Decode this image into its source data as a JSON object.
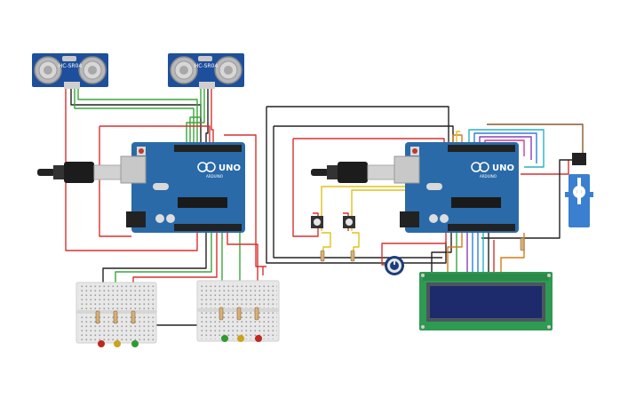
{
  "sensor_label": "HC-SR04",
  "board_label": "UNO",
  "board_brand": "ARDUINO",
  "colors": {
    "background": "#ffffff",
    "board": "#2a6aa8",
    "board_dark": "#1f4f80",
    "sensor_board": "#1e4f9c",
    "breadboard": "#e8e8e8",
    "lcd_frame": "#2e9a52",
    "lcd_screen": "#1d2a6b",
    "servo": "#3b7fd0",
    "wire_red": "#d93030",
    "wire_black": "#222222",
    "wire_green": "#3aa63a",
    "wire_yellow": "#e0c21a",
    "wire_orange": "#d97a1a",
    "wire_blue": "#2f7fd8",
    "wire_purple": "#8a3fbf",
    "wire_cyan": "#2ab0c0",
    "wire_pink": "#d03ca0",
    "wire_brown": "#8a5a2a",
    "led_red": "#c0281e",
    "led_yellow": "#c9a41c",
    "led_green": "#2f9a2f"
  },
  "icons": [
    "ultrasonic-sensor-icon",
    "arduino-uno-icon",
    "usb-cable-icon",
    "breadboard-icon",
    "led-icon",
    "resistor-icon",
    "pushbutton-icon",
    "potentiometer-icon",
    "lcd-16x2-icon",
    "servo-motor-icon"
  ]
}
